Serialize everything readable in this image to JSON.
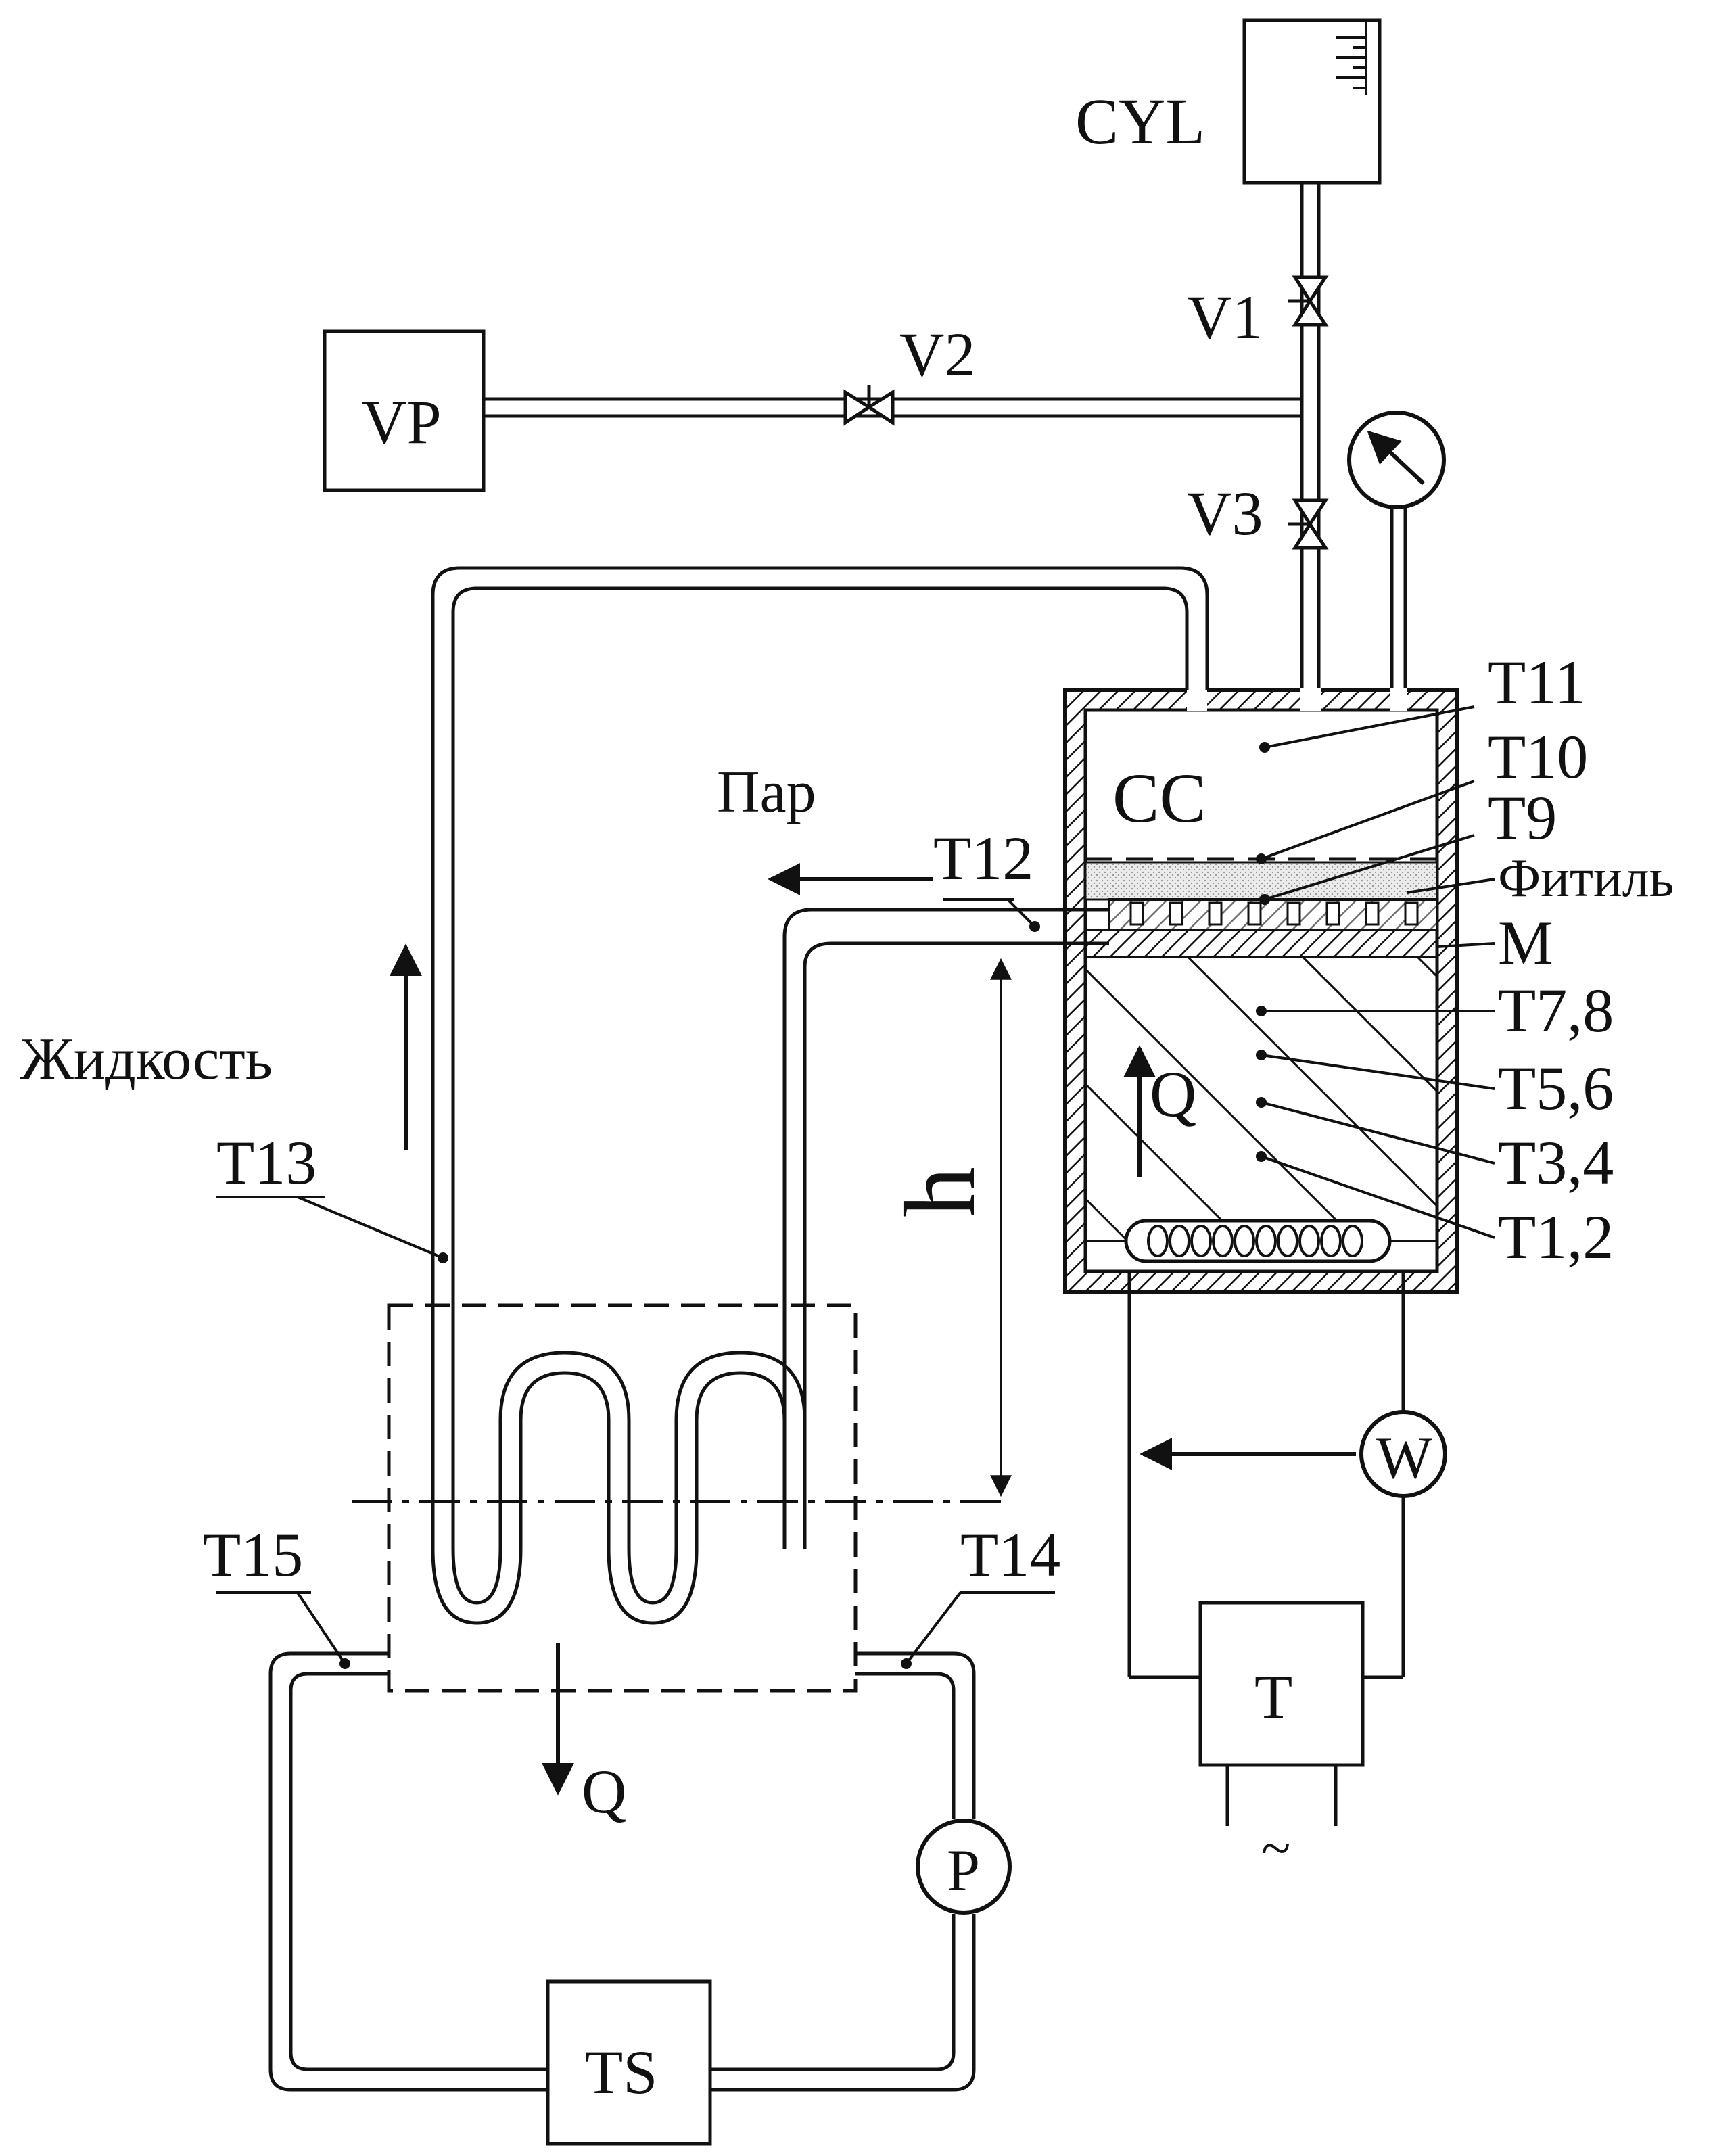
{
  "colors": {
    "ink": "#111111",
    "wick_fill": "#d8d8d8",
    "background": "#ffffff"
  },
  "labels": {
    "cyl": "CYL",
    "vp": "VP",
    "v1": "V1",
    "v2": "V2",
    "v3": "V3",
    "t11": "T11",
    "t10": "T10",
    "t9": "T9",
    "wick": "Фитиль",
    "m": "M",
    "t78": "T7,8",
    "t56": "T5,6",
    "t34": "T3,4",
    "t12_pair": "T1,2",
    "cc": "CC",
    "vapor": "Пар",
    "t12": "T12",
    "liquid": "Жидкость",
    "t13": "T13",
    "h": "h",
    "q_heat": "Q",
    "w": "W",
    "t15": "T15",
    "t14": "T14",
    "q_out": "Q",
    "t": "T",
    "ac": "~",
    "p": "P",
    "ts": "TS"
  },
  "icons": {
    "pressure_gauge": "pressure-gauge-icon",
    "heater_coil": "heater-coil-icon",
    "valve": "valve-icon"
  }
}
